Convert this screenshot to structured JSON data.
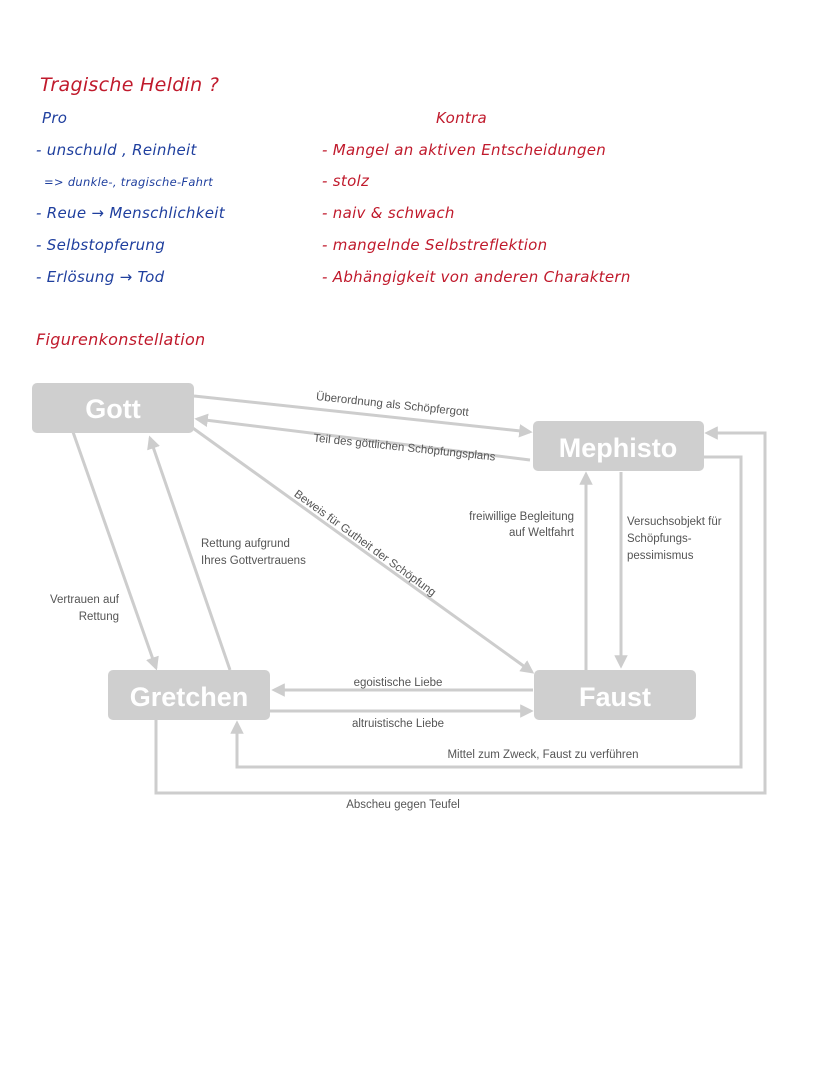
{
  "notes": {
    "title": "Tragische Heldin ?",
    "pro": {
      "heading": "Pro",
      "items": [
        "- unschuld , Reinheit",
        "=> dunkle-, tragische-Fahrt",
        "- Reue → Menschlichkeit",
        "- Selbstopferung",
        "- Erlösung → Tod"
      ]
    },
    "contra": {
      "heading": "Kontra",
      "items": [
        "- Mangel an aktiven Entscheidungen",
        "- stolz",
        "- naiv & schwach",
        "- mangelnde Selbstreflektion",
        "- Abhängigkeit von anderen Charaktern"
      ]
    },
    "section_title": "Figurenkonstellation"
  },
  "diagram": {
    "nodes": {
      "gott": "Gott",
      "mephisto": "Mephisto",
      "gretchen": "Gretchen",
      "faust": "Faust"
    },
    "edges": {
      "gott_mephisto": "Überordnung als Schöpfergott",
      "mephisto_gott": "Teil des göttlichen Schöpfungsplans",
      "gott_faust": "Beweis für Gutheit der Schöpfung",
      "gretchen_gott_1": "Rettung aufgrund",
      "gretchen_gott_2": "Ihres Gottvertrauens",
      "gott_gretchen_1": "Vertrauen auf",
      "gott_gretchen_2": "Rettung",
      "faust_mephisto_1": "freiwillige Begleitung",
      "faust_mephisto_2": "auf Weltfahrt",
      "mephisto_faust_1": "Versuchsobjekt für",
      "mephisto_faust_2": "Schöpfungs-",
      "mephisto_faust_3": "pessimismus",
      "faust_gretchen": "egoistische Liebe",
      "gretchen_faust": "altruistische Liebe",
      "mephisto_gretchen": "Mittel zum Zweck, Faust zu verführen",
      "gretchen_mephisto": "Abscheu gegen Teufel"
    }
  }
}
